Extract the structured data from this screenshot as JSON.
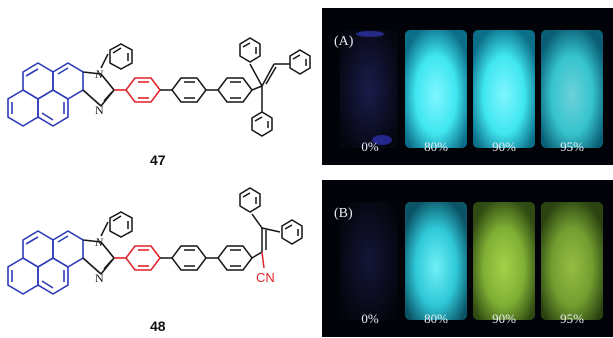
{
  "colors": {
    "core_blue": "#2b3bb8",
    "linker_red": "#e0242b",
    "bond_black": "#151515",
    "cyan_glow": "#3fe6f0",
    "green_glow": "#8fc23c"
  },
  "compounds": [
    {
      "number": "47",
      "atoms": {
        "n_top": "N",
        "n_bottom": "N"
      }
    },
    {
      "number": "48",
      "atoms": {
        "n_top": "N",
        "n_bottom": "N",
        "substituent": "CN"
      }
    }
  ],
  "photos": [
    {
      "label": "(A)",
      "vials": [
        {
          "fraction": "0%",
          "glow": "none"
        },
        {
          "fraction": "80%",
          "glow": "cyan"
        },
        {
          "fraction": "90%",
          "glow": "cyan"
        },
        {
          "fraction": "95%",
          "glow": "cyan"
        }
      ]
    },
    {
      "label": "(B)",
      "vials": [
        {
          "fraction": "0%",
          "glow": "none"
        },
        {
          "fraction": "80%",
          "glow": "cyan"
        },
        {
          "fraction": "90%",
          "glow": "green"
        },
        {
          "fraction": "95%",
          "glow": "green"
        }
      ]
    }
  ]
}
